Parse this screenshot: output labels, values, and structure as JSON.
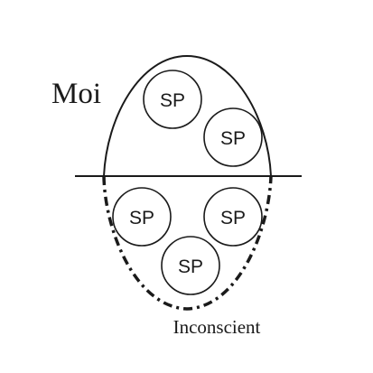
{
  "diagram": {
    "labels": {
      "top_left": "Moi",
      "bottom": "Inconscient"
    },
    "circles": [
      {
        "id": "sp-1",
        "text": "SP"
      },
      {
        "id": "sp-2",
        "text": "SP"
      },
      {
        "id": "sp-3",
        "text": "SP"
      },
      {
        "id": "sp-4",
        "text": "SP"
      },
      {
        "id": "sp-5",
        "text": "SP"
      }
    ]
  }
}
